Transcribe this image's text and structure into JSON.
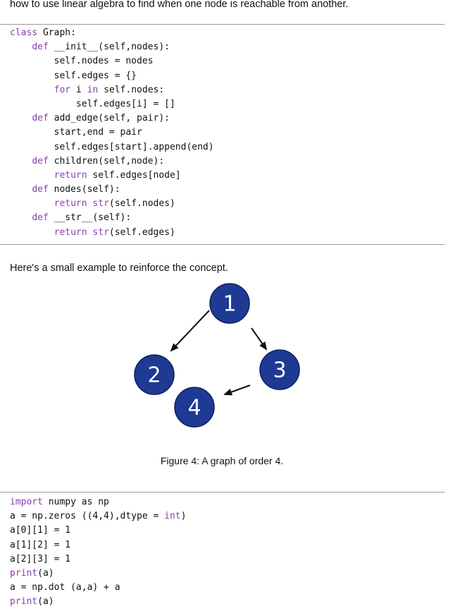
{
  "intro": {
    "text": "how to use linear algebra to find when one node is reachable from another."
  },
  "class_code": [
    [
      {
        "t": "class",
        "c": "kw"
      },
      {
        "t": " Graph:"
      }
    ],
    [
      {
        "t": "    "
      },
      {
        "t": "def",
        "c": "kw"
      },
      {
        "t": " __init__(self,nodes):"
      }
    ],
    [
      {
        "t": "        self.nodes = nodes"
      }
    ],
    [
      {
        "t": "        self.edges = {}"
      }
    ],
    [
      {
        "t": "        "
      },
      {
        "t": "for",
        "c": "kw"
      },
      {
        "t": " i "
      },
      {
        "t": "in",
        "c": "kw"
      },
      {
        "t": " self.nodes:"
      }
    ],
    [
      {
        "t": "            self.edges[i] = []"
      }
    ],
    [
      {
        "t": "    "
      },
      {
        "t": "def",
        "c": "kw"
      },
      {
        "t": " add_edge(self, pair):"
      }
    ],
    [
      {
        "t": "        start,end = pair"
      }
    ],
    [
      {
        "t": "        self.edges[start].append(end)"
      }
    ],
    [
      {
        "t": "    "
      },
      {
        "t": "def",
        "c": "kw"
      },
      {
        "t": " children(self,node):"
      }
    ],
    [
      {
        "t": "        "
      },
      {
        "t": "return",
        "c": "kw"
      },
      {
        "t": " self.edges[node]"
      }
    ],
    [
      {
        "t": "    "
      },
      {
        "t": "def",
        "c": "kw"
      },
      {
        "t": " nodes(self):"
      }
    ],
    [
      {
        "t": "        "
      },
      {
        "t": "return",
        "c": "kw"
      },
      {
        "t": " "
      },
      {
        "t": "str",
        "c": "kw"
      },
      {
        "t": "(self.nodes)"
      }
    ],
    [
      {
        "t": "    "
      },
      {
        "t": "def",
        "c": "kw"
      },
      {
        "t": " __str__(self):"
      }
    ],
    [
      {
        "t": "        "
      },
      {
        "t": "return",
        "c": "kw"
      },
      {
        "t": " "
      },
      {
        "t": "str",
        "c": "kw"
      },
      {
        "t": "(self.edges)"
      }
    ]
  ],
  "example": {
    "text": "Here's a small example to reinforce the concept."
  },
  "graph": {
    "nodes": [
      {
        "id": "1",
        "label": "1"
      },
      {
        "id": "2",
        "label": "2"
      },
      {
        "id": "3",
        "label": "3"
      },
      {
        "id": "4",
        "label": "4"
      }
    ],
    "edges": [
      {
        "from": "1",
        "to": "2"
      },
      {
        "from": "1",
        "to": "3"
      },
      {
        "from": "3",
        "to": "4"
      }
    ],
    "node_color": "#1f3a93"
  },
  "figure": {
    "caption": "Figure 4: A graph of order 4."
  },
  "numpy_code": [
    [
      {
        "t": "import",
        "c": "kw"
      },
      {
        "t": " numpy as np"
      }
    ],
    [
      {
        "t": "a = np.zeros ((4,4),dtype = "
      },
      {
        "t": "int",
        "c": "kw"
      },
      {
        "t": ")"
      }
    ],
    [
      {
        "t": "a[0][1] = 1"
      }
    ],
    [
      {
        "t": "a[1][2] = 1"
      }
    ],
    [
      {
        "t": "a[2][3] = 1"
      }
    ],
    [
      {
        "t": "print",
        "c": "kw"
      },
      {
        "t": "(a)"
      }
    ],
    [
      {
        "t": "a = np.dot (a,a) + a"
      }
    ],
    [
      {
        "t": "print",
        "c": "kw"
      },
      {
        "t": "(a)"
      }
    ]
  ]
}
